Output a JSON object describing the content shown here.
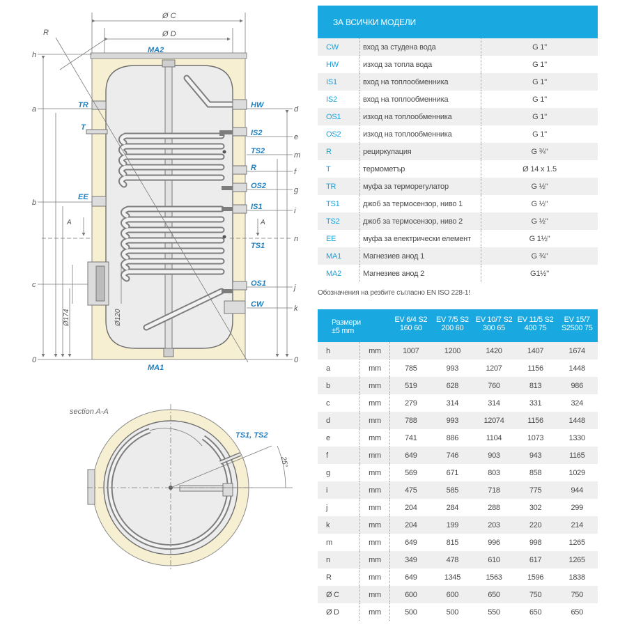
{
  "diagram": {
    "labels": {
      "oc": "Ø C",
      "od": "Ø D",
      "r": "R",
      "ma2": "MA2",
      "ma1": "MA1",
      "tr": "TR",
      "t": "T",
      "ee": "EE",
      "a_arrow": "A",
      "hw": "HW",
      "is2": "IS2",
      "ts2": "TS2",
      "r_side": "R",
      "os2": "OS2",
      "is1": "IS1",
      "ts1": "TS1",
      "os1": "OS1",
      "cw": "CW",
      "d174": "Ø174",
      "d120": "Ø120"
    },
    "left_levels": {
      "h": "h",
      "a": "a",
      "b": "b",
      "c": "c",
      "zero": "0"
    },
    "right_levels": {
      "d": "d",
      "e": "e",
      "m": "m",
      "f": "f",
      "g": "g",
      "i": "i",
      "n": "n",
      "j": "j",
      "k": "k",
      "zero": "0"
    },
    "section": {
      "title": "section A-A",
      "ts_label": "TS1, TS2",
      "angle": "25°"
    },
    "colors": {
      "insulation": "#f6efd2",
      "outline": "#6e6e6e",
      "dim": "#7a7a7a",
      "label": "#1e7fc1"
    }
  },
  "connections": {
    "header": "ЗА ВСИЧКИ МОДЕЛИ",
    "rows": [
      {
        "code": "CW",
        "desc": "вход за студена вода",
        "value": "G 1\""
      },
      {
        "code": "HW",
        "desc": "изход за топла вода",
        "value": "G 1\""
      },
      {
        "code": "IS1",
        "desc": "вход на топлообменника",
        "value": "G 1\""
      },
      {
        "code": "IS2",
        "desc": "вход на топлообменника",
        "value": "G 1\""
      },
      {
        "code": "OS1",
        "desc": "изход на топлообменника",
        "value": "G 1\""
      },
      {
        "code": "OS2",
        "desc": "изход на топлообменника",
        "value": "G 1\""
      },
      {
        "code": "R",
        "desc": "рециркулация",
        "value": "G ¾\""
      },
      {
        "code": "T",
        "desc": "термометър",
        "value": "Ø 14 x 1.5"
      },
      {
        "code": "TR",
        "desc": "муфа за терморегулатор",
        "value": "G ½\""
      },
      {
        "code": "TS1",
        "desc": "джоб за термосензор, ниво 1",
        "value": "G ½\""
      },
      {
        "code": "TS2",
        "desc": "джоб за термосензор, ниво 2",
        "value": "G ½\""
      },
      {
        "code": "EE",
        "desc": "муфа за електрически елемент",
        "value": "G 1½\""
      },
      {
        "code": "MA1",
        "desc": "Магнезиев анод 1",
        "value": "G ¾\""
      },
      {
        "code": "MA2",
        "desc": "Магнезиев анод 2",
        "value": "G1½\""
      }
    ],
    "note": "Обозначения на резбите съгласно EN ISO 228-1!"
  },
  "dimensions": {
    "header_label": "Размери ±5 mm",
    "models": [
      "EV 6/4 S2 160 60",
      "EV 7/5 S2 200 60",
      "EV 10/7 S2 300 65",
      "EV 11/5 S2 400 75",
      "EV 15/7 S2500 75"
    ],
    "unit": "mm",
    "rows": [
      {
        "code": "h",
        "values": [
          "1007",
          "1200",
          "1420",
          "1407",
          "1674"
        ]
      },
      {
        "code": "a",
        "values": [
          "785",
          "993",
          "1207",
          "1156",
          "1448"
        ]
      },
      {
        "code": "b",
        "values": [
          "519",
          "628",
          "760",
          "813",
          "986"
        ]
      },
      {
        "code": "c",
        "values": [
          "279",
          "314",
          "314",
          "331",
          "324"
        ]
      },
      {
        "code": "d",
        "values": [
          "788",
          "993",
          "12074",
          "1156",
          "1448"
        ]
      },
      {
        "code": "e",
        "values": [
          "741",
          "886",
          "1104",
          "1073",
          "1330"
        ]
      },
      {
        "code": "f",
        "values": [
          "649",
          "746",
          "903",
          "943",
          "1165"
        ]
      },
      {
        "code": "g",
        "values": [
          "569",
          "671",
          "803",
          "858",
          "1029"
        ]
      },
      {
        "code": "i",
        "values": [
          "475",
          "585",
          "718",
          "775",
          "944"
        ]
      },
      {
        "code": "j",
        "values": [
          "204",
          "284",
          "288",
          "302",
          "299"
        ]
      },
      {
        "code": "k",
        "values": [
          "204",
          "199",
          "203",
          "220",
          "214"
        ]
      },
      {
        "code": "m",
        "values": [
          "649",
          "815",
          "996",
          "998",
          "1265"
        ]
      },
      {
        "code": "n",
        "values": [
          "349",
          "478",
          "610",
          "617",
          "1265"
        ]
      },
      {
        "code": "R",
        "values": [
          "649",
          "1345",
          "1563",
          "1596",
          "1838"
        ]
      },
      {
        "code": "Ø C",
        "values": [
          "600",
          "600",
          "650",
          "750",
          "750"
        ]
      },
      {
        "code": "Ø D",
        "values": [
          "500",
          "500",
          "550",
          "650",
          "650"
        ]
      }
    ]
  }
}
